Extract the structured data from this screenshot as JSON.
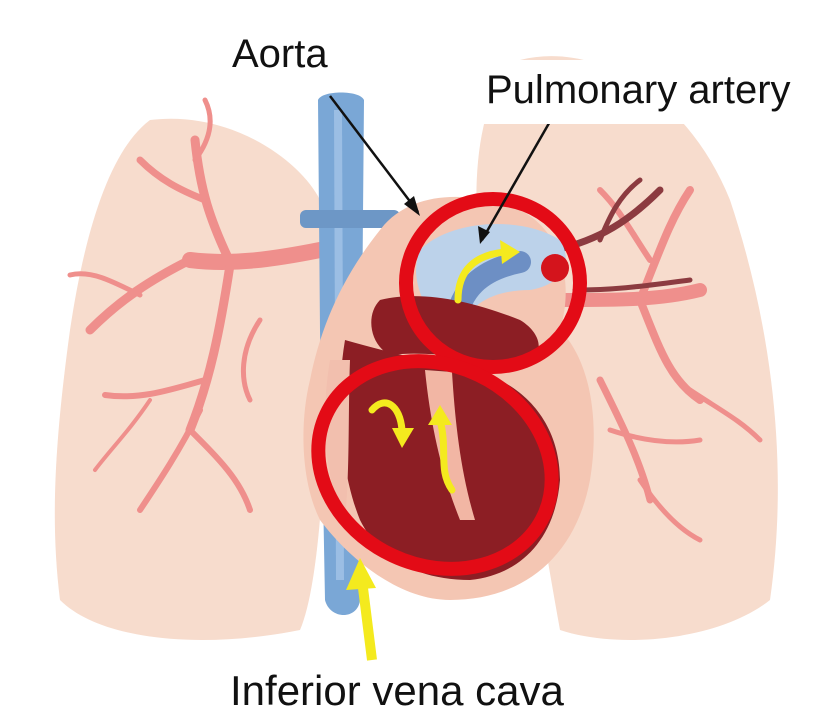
{
  "labels": {
    "aorta": "Aorta",
    "pulmonary_artery": "Pulmonary artery",
    "inferior_vena_cava": "Inferior vena cava"
  },
  "colors": {
    "lung": "#f7d9ca",
    "bronchi": "#ef8f8c",
    "heart_muscle": "#8e1f24",
    "heart_outer": "#f4c8b7",
    "vessel_blue": "#6f9fd0",
    "arrow_yellow": "#f4ea1e",
    "highlight_red": "#e30b16",
    "pointer_black": "#111111"
  },
  "icons": [
    "heart-illustration",
    "lungs-illustration"
  ]
}
